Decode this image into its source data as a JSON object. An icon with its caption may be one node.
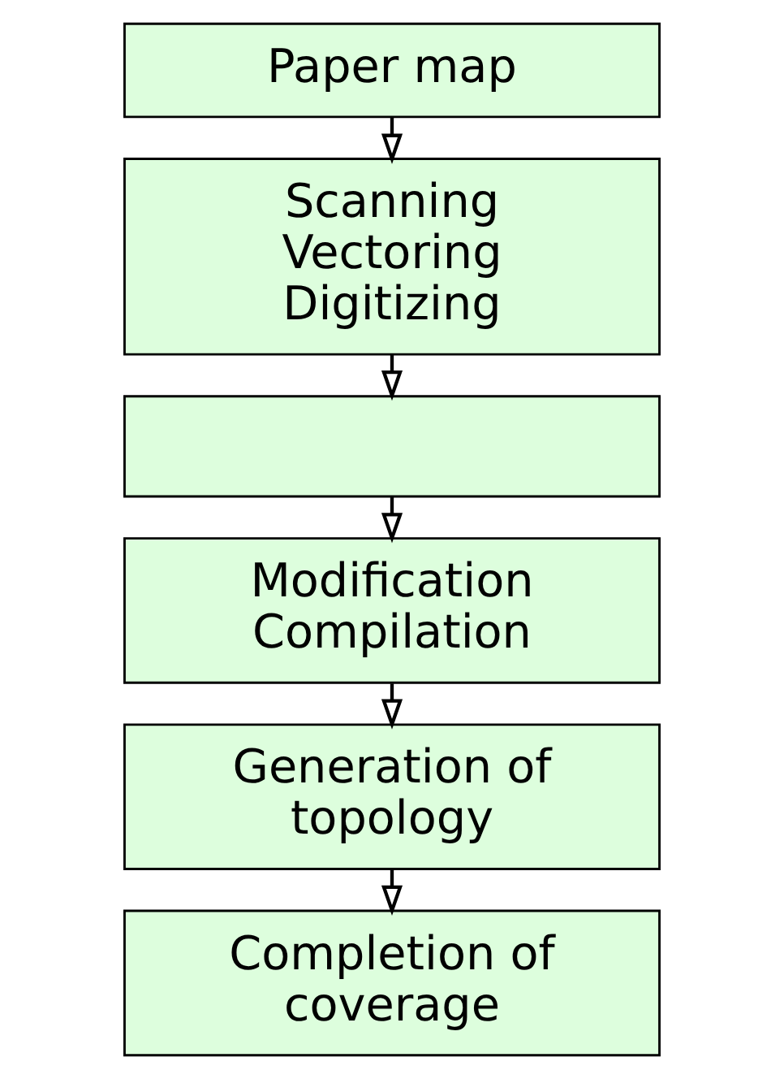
{
  "diagram": {
    "nodes": [
      {
        "text": [
          "Paper map"
        ]
      },
      {
        "text": [
          "Scanning Vectoring Digitizing"
        ]
      },
      {
        "text": [],
        "shape": "box"
      },
      {
        "text": [
          "Modification Compilation"
        ]
      },
      {
        "text": [
          "Generation of topology"
        ]
      },
      {
        "text": [
          "Completion of coverage"
        ]
      }
    ],
    "edges": [
      {
        "from": 0,
        "to": 1,
        "arrow": "to"
      },
      {
        "from": 1,
        "to": 2,
        "arrow": "to"
      },
      {
        "from": 2,
        "to": 3,
        "arrow": "to"
      },
      {
        "from": 3,
        "to": 4,
        "arrow": "to"
      },
      {
        "from": 4,
        "to": 5,
        "arrow": "to"
      }
    ]
  }
}
